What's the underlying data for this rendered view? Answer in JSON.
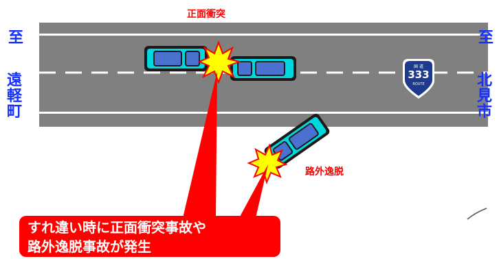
{
  "labels": {
    "left_to": "至",
    "left_city": "遠軽町",
    "right_to": "至",
    "right_city": "北見市",
    "head_on": "正面衝突",
    "run_off": "路外逸脱"
  },
  "callout": {
    "line1": "すれ違い時に正面衝突事故や",
    "line2": "路外逸脱事故が発生"
  },
  "route_sign": {
    "top": "国 道",
    "number": "333",
    "bottom": "ROUTE"
  },
  "colors": {
    "road": "#808080",
    "lane_line": "#ffffff",
    "car_body": "#1a1a1a",
    "car_roof": "#00d8e0",
    "car_glass": "#4a70d0",
    "label_blue": "#1530ff",
    "alert_red": "#ff0000",
    "burst": "#ffff00"
  }
}
